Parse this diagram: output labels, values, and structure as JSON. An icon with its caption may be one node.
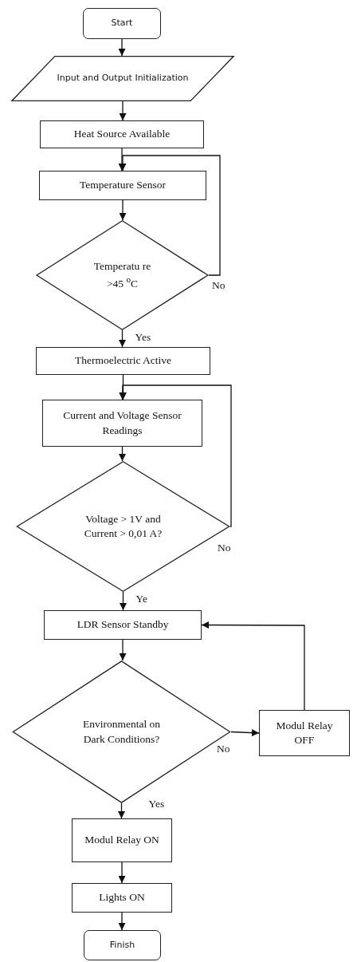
{
  "diagram": {
    "nodes": [
      {
        "text": [
          "Start"
        ]
      },
      {
        "text": [
          "Input and Output Initialization"
        ]
      },
      {
        "text": [
          "Heat Source Available"
        ]
      },
      {
        "text": [
          "Temperature Sensor"
        ]
      },
      {
        "text": [
          "Temperatu re >45 $^{o}$C"
        ]
      },
      {
        "text": [
          "Thermoelectric Active"
        ]
      },
      {
        "text": [
          "Current and Voltage Sensor Readings"
        ]
      },
      {
        "text": [
          "Voltage  > 1V and Current > 0,01 A?"
        ]
      },
      {
        "text": [
          "LDR Sensor Standby"
        ]
      },
      {
        "text": [
          "Environmental on Dark Conditions?"
        ]
      },
      {
        "text": [
          "Modul Relay OFF"
        ]
      },
      {
        "text": [
          "Modul Relay ON"
        ]
      },
      {
        "text": [
          "Lights ON"
        ]
      },
      {
        "text": [
          "Finish"
        ]
      }
    ],
    "edges": [
      {
        "from": 0,
        "to": 1,
        "arrow": "to"
      },
      {
        "from": 1,
        "to": 2,
        "arrow": "to"
      },
      {
        "from": 2,
        "to": 3,
        "arrow": "to"
      },
      {
        "from": 3,
        "to": 4,
        "arrow": "to"
      },
      {
        "from": 4,
        "to": 3,
        "arrow": "to",
        "label": "No"
      },
      {
        "from": 4,
        "to": 5,
        "arrow": "to",
        "label": "Yes"
      },
      {
        "from": 5,
        "to": 6,
        "arrow": "to"
      },
      {
        "from": 6,
        "to": 7,
        "arrow": "to"
      },
      {
        "from": 7,
        "to": 6,
        "arrow": "to",
        "label": "No"
      },
      {
        "from": 7,
        "to": 8,
        "arrow": "to",
        "label": "Ye"
      },
      {
        "from": 8,
        "to": 9,
        "arrow": "to"
      },
      {
        "from": 9,
        "to": 10,
        "arrow": "to",
        "label": "No"
      },
      {
        "from": 10,
        "to": 8,
        "arrow": "to"
      },
      {
        "from": 9,
        "to": 11,
        "arrow": "to",
        "label": "Yes"
      },
      {
        "from": 11,
        "to": 12,
        "arrow": "to"
      },
      {
        "from": 12,
        "to": 13,
        "arrow": "to"
      }
    ]
  }
}
